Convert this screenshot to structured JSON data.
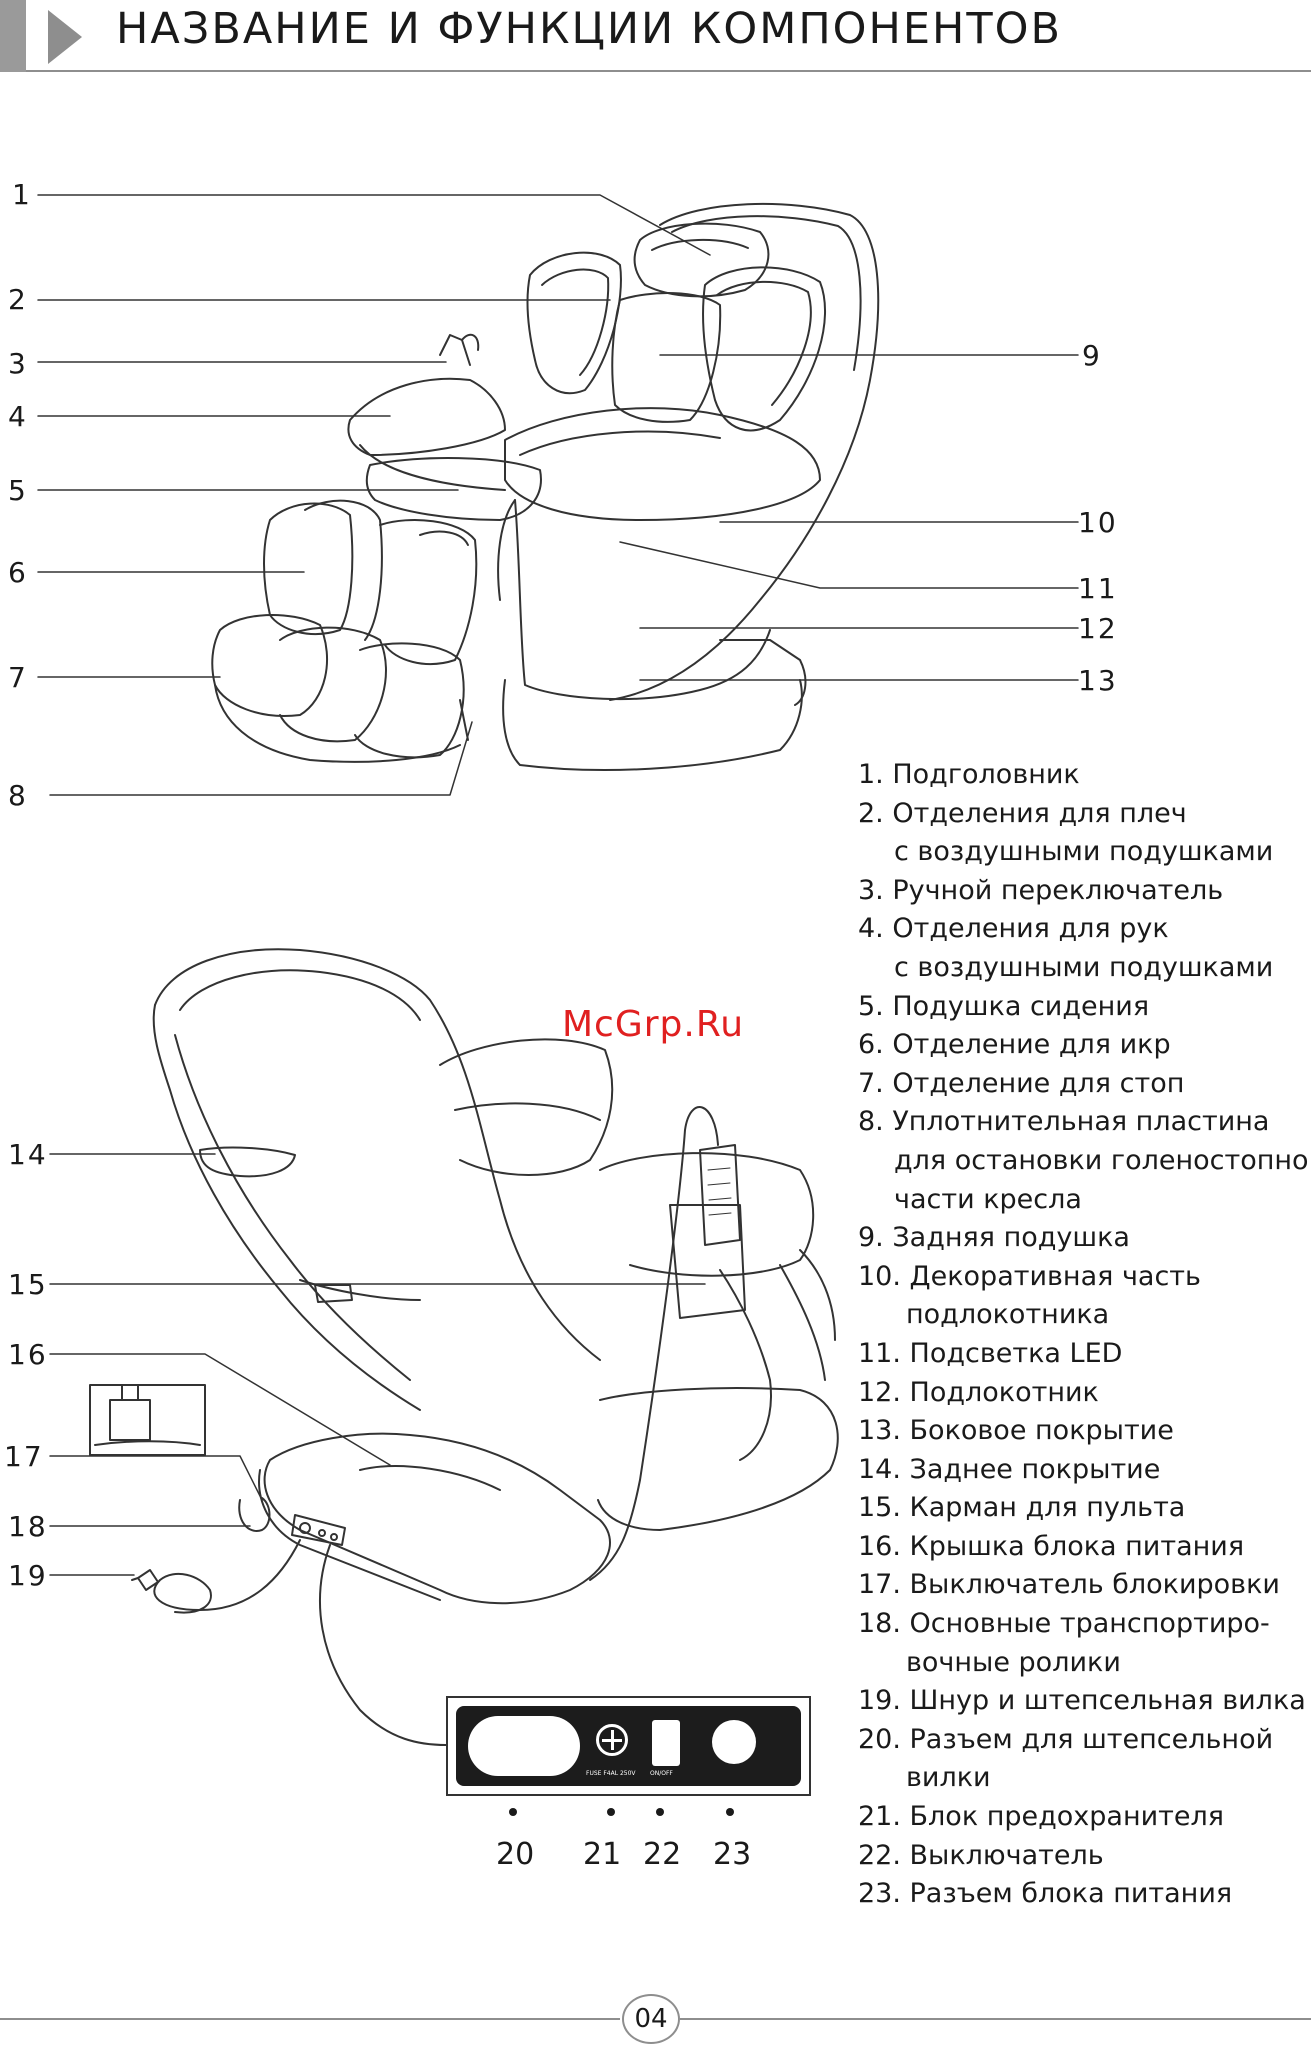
{
  "header": {
    "title": "НАЗВАНИЕ И ФУНКЦИИ КОМПОНЕНТОВ"
  },
  "callouts_top_left": [
    "1",
    "2",
    "3",
    "4",
    "5",
    "6",
    "7",
    "8"
  ],
  "callouts_top_right": [
    "9",
    "10",
    "11",
    "12",
    "13"
  ],
  "callouts_bottom_left": [
    "14",
    "15",
    "16",
    "17",
    "18",
    "19"
  ],
  "panel_numbers": [
    "20",
    "21",
    "22",
    "23"
  ],
  "panel": {
    "fuse_label": "FUSE F4AL 250V",
    "switch_label": "ON/OFF"
  },
  "watermark": "McGrp.Ru",
  "legend": [
    {
      "text": "1. Подголовник"
    },
    {
      "text": "2. Отделения для плеч",
      "cont": "с воздушными подушками"
    },
    {
      "text": "3. Ручной переключатель"
    },
    {
      "text": "4. Отделения для рук",
      "cont": "с воздушными подушками"
    },
    {
      "text": "5. Подушка сидения"
    },
    {
      "text": "6. Отделение для икр"
    },
    {
      "text": "7. Отделение для стоп"
    },
    {
      "text": "8. Уплотнительная пластина",
      "cont": "для остановки голеностопной",
      "cont2": "части кресла"
    },
    {
      "text": "9. Задняя подушка"
    },
    {
      "text": "10. Декоративная часть",
      "cont": "подлокотника"
    },
    {
      "text": "11. Подсветка LED"
    },
    {
      "text": "12. Подлокотник"
    },
    {
      "text": "13. Боковое покрытие"
    },
    {
      "text": "14. Заднее покрытие"
    },
    {
      "text": "15. Карман для пульта"
    },
    {
      "text": "16. Крышка блока питания"
    },
    {
      "text": "17. Выключатель блокировки"
    },
    {
      "text": "18. Основные транспортиро-",
      "cont": "вочные ролики"
    },
    {
      "text": "19. Шнур и штепсельная вилка"
    },
    {
      "text": "20. Разъем для штепсельной",
      "cont": "вилки"
    },
    {
      "text": "21. Блок предохранителя"
    },
    {
      "text": "22. Выключатель"
    },
    {
      "text": "23. Разъем блока питания"
    }
  ],
  "footer": {
    "page": "04"
  }
}
